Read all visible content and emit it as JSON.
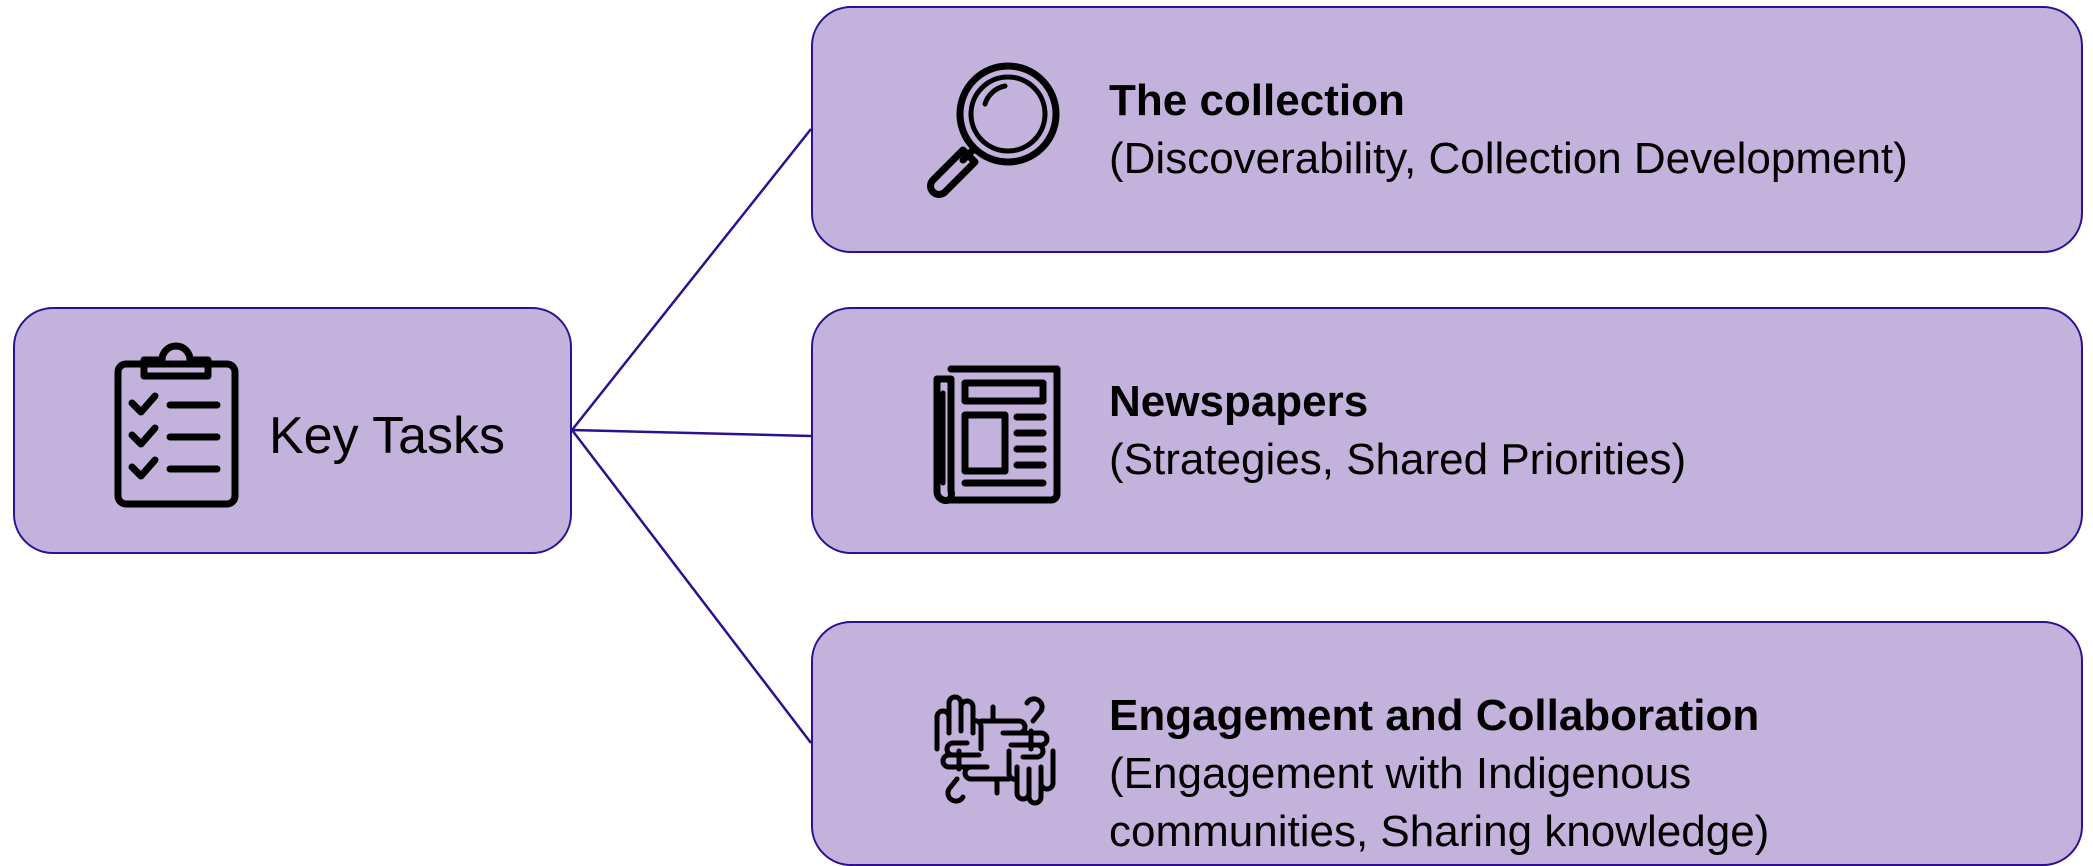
{
  "root": {
    "label": "Key Tasks",
    "icon": "clipboard-checklist-icon"
  },
  "tasks": [
    {
      "title": "The collection",
      "description": "(Discoverability, Collection Development)",
      "icon": "magnifying-glass-icon"
    },
    {
      "title": "Newspapers",
      "description": "(Strategies, Shared Priorities)",
      "icon": "newspaper-icon"
    },
    {
      "title": "Engagement and Collaboration",
      "description": "(Engagement with Indigenous communities, Sharing knowledge)",
      "icon": "joined-hands-icon"
    }
  ],
  "colors": {
    "box_fill": "#c3b3dc",
    "box_border": "#2e0f8f",
    "connector": "#2e0f8f"
  }
}
